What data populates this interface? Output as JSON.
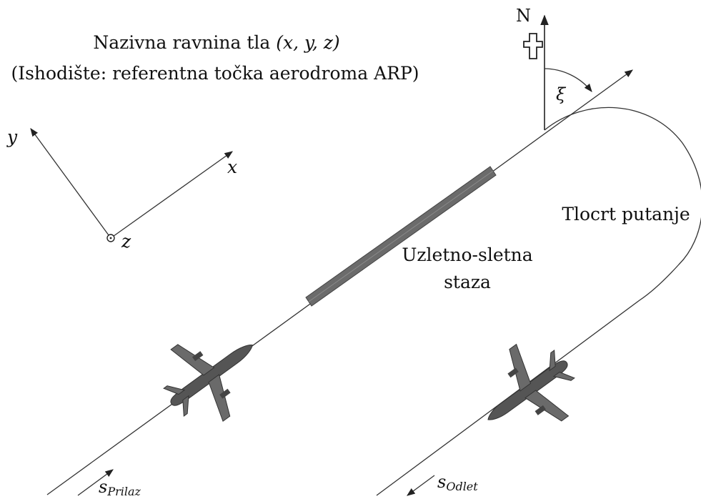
{
  "diagram": {
    "title_line1_prefix": "Nazivna ravnina tla ",
    "title_line1_coords": "(x, y, z)",
    "title_line2": "(Ishodište: referentna točka aerodroma ARP)",
    "axes": {
      "x_label": "x",
      "y_label": "y",
      "z_label": "z"
    },
    "north_label": "N",
    "angle_label": "ξ",
    "runway_label_line1": "Uzletno-sletna",
    "runway_label_line2": "staza",
    "track_label": "Tlocrt putanje",
    "approach_label": {
      "main": "s",
      "sub": "Prilaz"
    },
    "departure_label": {
      "main": "s",
      "sub": "Odlet"
    }
  }
}
